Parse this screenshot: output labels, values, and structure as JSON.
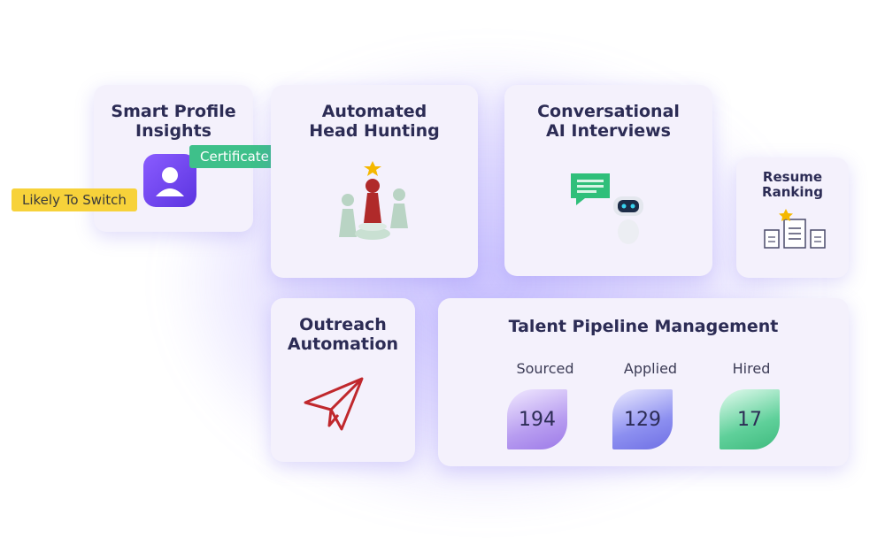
{
  "cards": {
    "smart_profile": {
      "title_line1": "Smart Profile",
      "title_line2": "Insights"
    },
    "head_hunting": {
      "title_line1": "Automated",
      "title_line2": "Head Hunting"
    },
    "conversational": {
      "title_line1": "Conversational",
      "title_line2": "AI Interviews"
    },
    "resume": {
      "title_line1": "Resume",
      "title_line2": "Ranking"
    },
    "outreach": {
      "title_line1": "Outreach",
      "title_line2": "Automation"
    },
    "pipeline": {
      "title": "Talent Pipeline Management",
      "stages": [
        {
          "label": "Sourced",
          "value": "194",
          "color": "#b79cf0"
        },
        {
          "label": "Applied",
          "value": "129",
          "color": "#8c8ff0"
        },
        {
          "label": "Hired",
          "value": "17",
          "color": "#5fd09a"
        }
      ]
    }
  },
  "chips": {
    "certificate": "Certificate Rich",
    "likely_switch": "Likely To Switch"
  },
  "colors": {
    "accent": "#7b61ff",
    "chip_green": "#3ec08a",
    "chip_yellow": "#f7d23a",
    "plane_red": "#c0282d",
    "chat_green": "#2fbf7a"
  },
  "icons": {
    "profile": "user-profile-icon",
    "chess": "chess-pawns-icon",
    "chat": "chat-bubble-icon",
    "robot": "robot-icon",
    "documents": "documents-star-icon",
    "plane": "paper-plane-icon"
  }
}
